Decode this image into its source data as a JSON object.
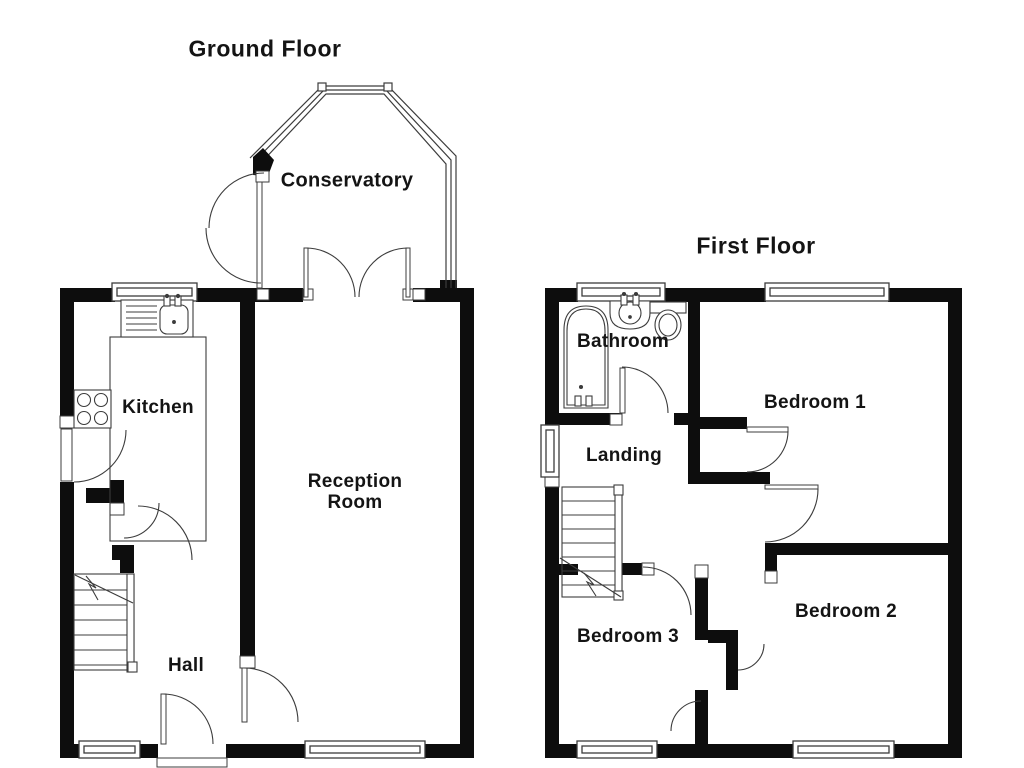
{
  "page": {
    "background": "#ffffff",
    "wall_color": "#0d0d0d",
    "line_color": "#3c3c3c",
    "text_color": "#141414"
  },
  "ground_floor": {
    "title": "Ground Floor",
    "rooms": {
      "conservatory": "Conservatory",
      "kitchen": "Kitchen",
      "reception_line1": "Reception",
      "reception_line2": "Room",
      "hall": "Hall"
    },
    "fixture_icons": [
      "kitchen-sink-icon",
      "hob-icon",
      "staircase-icon",
      "window-icon",
      "door-swing-icon",
      "french-doors-icon",
      "conservatory-glazing-icon"
    ]
  },
  "first_floor": {
    "title": "First Floor",
    "rooms": {
      "bathroom": "Bathroom",
      "landing": "Landing",
      "bedroom1": "Bedroom 1",
      "bedroom2": "Bedroom 2",
      "bedroom3": "Bedroom 3"
    },
    "fixture_icons": [
      "bathtub-icon",
      "wash-basin-icon",
      "toilet-icon",
      "staircase-icon",
      "window-icon",
      "door-swing-icon",
      "cupboard-door-icon"
    ]
  }
}
